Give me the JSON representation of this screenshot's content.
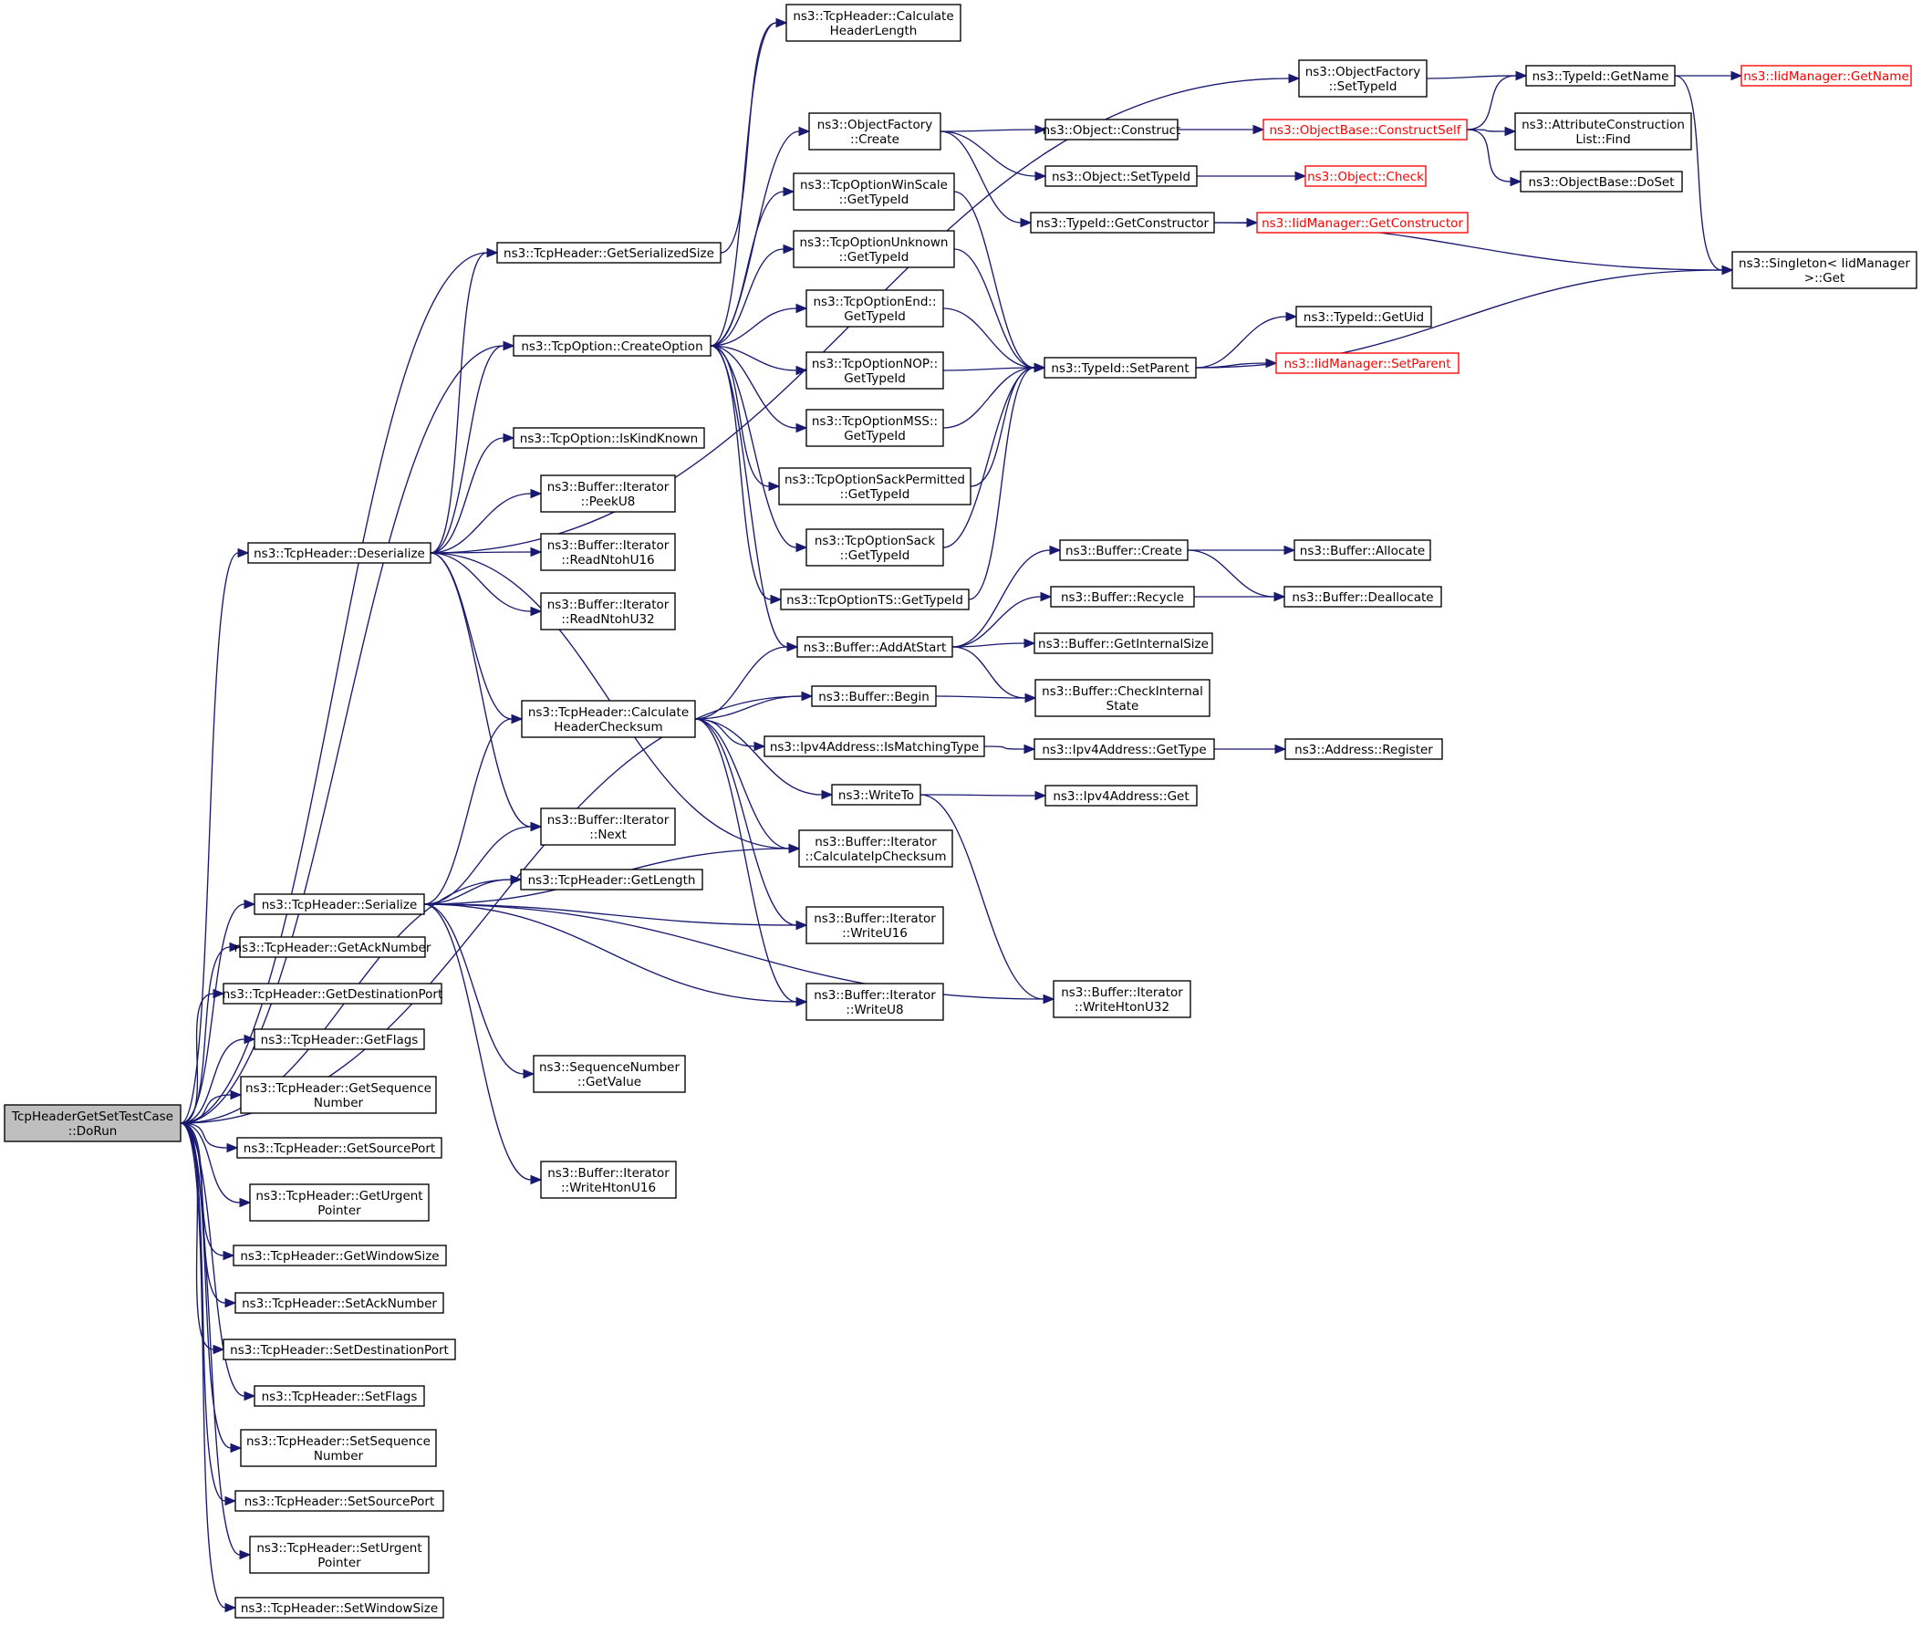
{
  "colors": {
    "edge": "#191970",
    "node_border": "#000000",
    "truncated_node_border": "#ff0000",
    "root_fill": "#bfbfbf",
    "node_fill": "#ffffff"
  },
  "nodes": [
    {
      "id": "root",
      "lines": [
        "TcpHeaderGetSetTestCase",
        "::DoRun"
      ],
      "style": "root"
    },
    {
      "id": "calc_hlen",
      "lines": [
        "ns3::TcpHeader::Calculate",
        "HeaderLength"
      ]
    },
    {
      "id": "of_settypeid",
      "lines": [
        "ns3::ObjectFactory",
        "::SetTypeId"
      ]
    },
    {
      "id": "typeid_getname",
      "lines": [
        "ns3::TypeId::GetName"
      ]
    },
    {
      "id": "iid_getname",
      "lines": [
        "ns3::IidManager::GetName"
      ],
      "style": "truncated"
    },
    {
      "id": "of_create",
      "lines": [
        "ns3::ObjectFactory",
        "::Create"
      ]
    },
    {
      "id": "obj_construct",
      "lines": [
        "ns3::Object::Construct"
      ]
    },
    {
      "id": "ob_constructself",
      "lines": [
        "ns3::ObjectBase::ConstructSelf"
      ],
      "style": "truncated"
    },
    {
      "id": "acl_find",
      "lines": [
        "ns3::AttributeConstruction",
        "List::Find"
      ]
    },
    {
      "id": "obj_settypeid",
      "lines": [
        "ns3::Object::SetTypeId"
      ]
    },
    {
      "id": "obj_check",
      "lines": [
        "ns3::Object::Check"
      ],
      "style": "truncated"
    },
    {
      "id": "ob_doset",
      "lines": [
        "ns3::ObjectBase::DoSet"
      ]
    },
    {
      "id": "winscale",
      "lines": [
        "ns3::TcpOptionWinScale",
        "::GetTypeId"
      ]
    },
    {
      "id": "typeid_getctor",
      "lines": [
        "ns3::TypeId::GetConstructor"
      ]
    },
    {
      "id": "iid_getctor",
      "lines": [
        "ns3::IidManager::GetConstructor"
      ],
      "style": "truncated"
    },
    {
      "id": "get_serialized",
      "lines": [
        "ns3::TcpHeader::GetSerializedSize"
      ]
    },
    {
      "id": "unknown",
      "lines": [
        "ns3::TcpOptionUnknown",
        "::GetTypeId"
      ]
    },
    {
      "id": "singleton_get",
      "lines": [
        "ns3::Singleton< IidManager",
        ">::Get"
      ]
    },
    {
      "id": "end",
      "lines": [
        "ns3::TcpOptionEnd::",
        "GetTypeId"
      ]
    },
    {
      "id": "typeid_getuid",
      "lines": [
        "ns3::TypeId::GetUid"
      ]
    },
    {
      "id": "createoption",
      "lines": [
        "ns3::TcpOption::CreateOption"
      ]
    },
    {
      "id": "nop",
      "lines": [
        "ns3::TcpOptionNOP::",
        "GetTypeId"
      ]
    },
    {
      "id": "typeid_setparent",
      "lines": [
        "ns3::TypeId::SetParent"
      ]
    },
    {
      "id": "iid_setparent",
      "lines": [
        "ns3::IidManager::SetParent"
      ],
      "style": "truncated"
    },
    {
      "id": "mss",
      "lines": [
        "ns3::TcpOptionMSS::",
        "GetTypeId"
      ]
    },
    {
      "id": "iskindknown",
      "lines": [
        "ns3::TcpOption::IsKindKnown"
      ]
    },
    {
      "id": "sackperm",
      "lines": [
        "ns3::TcpOptionSackPermitted",
        "::GetTypeId"
      ]
    },
    {
      "id": "peeku8",
      "lines": [
        "ns3::Buffer::Iterator",
        "::PeekU8"
      ]
    },
    {
      "id": "sack",
      "lines": [
        "ns3::TcpOptionSack",
        "::GetTypeId"
      ]
    },
    {
      "id": "buf_create",
      "lines": [
        "ns3::Buffer::Create"
      ]
    },
    {
      "id": "buf_allocate",
      "lines": [
        "ns3::Buffer::Allocate"
      ]
    },
    {
      "id": "deserialize",
      "lines": [
        "ns3::TcpHeader::Deserialize"
      ]
    },
    {
      "id": "readntohu16",
      "lines": [
        "ns3::Buffer::Iterator",
        "::ReadNtohU16"
      ]
    },
    {
      "id": "ts",
      "lines": [
        "ns3::TcpOptionTS::GetTypeId"
      ]
    },
    {
      "id": "buf_recycle",
      "lines": [
        "ns3::Buffer::Recycle"
      ]
    },
    {
      "id": "buf_dealloc",
      "lines": [
        "ns3::Buffer::Deallocate"
      ]
    },
    {
      "id": "readntohu32",
      "lines": [
        "ns3::Buffer::Iterator",
        "::ReadNtohU32"
      ]
    },
    {
      "id": "addatstart",
      "lines": [
        "ns3::Buffer::AddAtStart"
      ]
    },
    {
      "id": "getinternalsize",
      "lines": [
        "ns3::Buffer::GetInternalSize"
      ]
    },
    {
      "id": "calc_hcsum",
      "lines": [
        "ns3::TcpHeader::Calculate",
        "HeaderChecksum"
      ]
    },
    {
      "id": "buf_begin",
      "lines": [
        "ns3::Buffer::Begin"
      ]
    },
    {
      "id": "checkinternal",
      "lines": [
        "ns3::Buffer::CheckInternal",
        "State"
      ]
    },
    {
      "id": "ismatching",
      "lines": [
        "ns3::Ipv4Address::IsMatchingType"
      ]
    },
    {
      "id": "ipv4_gettype",
      "lines": [
        "ns3::Ipv4Address::GetType"
      ]
    },
    {
      "id": "addr_register",
      "lines": [
        "ns3::Address::Register"
      ]
    },
    {
      "id": "writeto",
      "lines": [
        "ns3::WriteTo"
      ]
    },
    {
      "id": "ipv4_get",
      "lines": [
        "ns3::Ipv4Address::Get"
      ]
    },
    {
      "id": "it_next",
      "lines": [
        "ns3::Buffer::Iterator",
        "::Next"
      ]
    },
    {
      "id": "calc_ipcsum",
      "lines": [
        "ns3::Buffer::Iterator",
        "::CalculateIpChecksum"
      ]
    },
    {
      "id": "getlength",
      "lines": [
        "ns3::TcpHeader::GetLength"
      ]
    },
    {
      "id": "serialize",
      "lines": [
        "ns3::TcpHeader::Serialize"
      ]
    },
    {
      "id": "writeu16",
      "lines": [
        "ns3::Buffer::Iterator",
        "::WriteU16"
      ]
    },
    {
      "id": "getacknumber",
      "lines": [
        "ns3::TcpHeader::GetAckNumber"
      ]
    },
    {
      "id": "writeu8",
      "lines": [
        "ns3::Buffer::Iterator",
        "::WriteU8"
      ]
    },
    {
      "id": "writehtonu32",
      "lines": [
        "ns3::Buffer::Iterator",
        "::WriteHtonU32"
      ]
    },
    {
      "id": "getdestport",
      "lines": [
        "ns3::TcpHeader::GetDestinationPort"
      ]
    },
    {
      "id": "getflags",
      "lines": [
        "ns3::TcpHeader::GetFlags"
      ]
    },
    {
      "id": "seq_getvalue",
      "lines": [
        "ns3::SequenceNumber",
        "::GetValue"
      ]
    },
    {
      "id": "getseqnum",
      "lines": [
        "ns3::TcpHeader::GetSequence",
        "Number"
      ]
    },
    {
      "id": "getsrcport",
      "lines": [
        "ns3::TcpHeader::GetSourcePort"
      ]
    },
    {
      "id": "writehtonu16",
      "lines": [
        "ns3::Buffer::Iterator",
        "::WriteHtonU16"
      ]
    },
    {
      "id": "geturgent",
      "lines": [
        "ns3::TcpHeader::GetUrgent",
        "Pointer"
      ]
    },
    {
      "id": "getwindow",
      "lines": [
        "ns3::TcpHeader::GetWindowSize"
      ]
    },
    {
      "id": "setacknumber",
      "lines": [
        "ns3::TcpHeader::SetAckNumber"
      ]
    },
    {
      "id": "setdestport",
      "lines": [
        "ns3::TcpHeader::SetDestinationPort"
      ]
    },
    {
      "id": "setflags",
      "lines": [
        "ns3::TcpHeader::SetFlags"
      ]
    },
    {
      "id": "setseqnum",
      "lines": [
        "ns3::TcpHeader::SetSequence",
        "Number"
      ]
    },
    {
      "id": "setsrcport",
      "lines": [
        "ns3::TcpHeader::SetSourcePort"
      ]
    },
    {
      "id": "seturgent",
      "lines": [
        "ns3::TcpHeader::SetUrgent",
        "Pointer"
      ]
    },
    {
      "id": "setwindow",
      "lines": [
        "ns3::TcpHeader::SetWindowSize"
      ]
    }
  ],
  "edges": [
    [
      "root",
      "get_serialized"
    ],
    [
      "root",
      "deserialize"
    ],
    [
      "root",
      "serialize"
    ],
    [
      "root",
      "createoption"
    ],
    [
      "root",
      "buf_begin"
    ],
    [
      "root",
      "getlength"
    ],
    [
      "root",
      "getacknumber"
    ],
    [
      "root",
      "getdestport"
    ],
    [
      "root",
      "getflags"
    ],
    [
      "root",
      "getseqnum"
    ],
    [
      "root",
      "getsrcport"
    ],
    [
      "root",
      "geturgent"
    ],
    [
      "root",
      "getwindow"
    ],
    [
      "root",
      "setacknumber"
    ],
    [
      "root",
      "setdestport"
    ],
    [
      "root",
      "setflags"
    ],
    [
      "root",
      "setseqnum"
    ],
    [
      "root",
      "setsrcport"
    ],
    [
      "root",
      "seturgent"
    ],
    [
      "root",
      "setwindow"
    ],
    [
      "get_serialized",
      "calc_hlen"
    ],
    [
      "deserialize",
      "get_serialized"
    ],
    [
      "deserialize",
      "createoption"
    ],
    [
      "deserialize",
      "iskindknown"
    ],
    [
      "deserialize",
      "peeku8"
    ],
    [
      "deserialize",
      "readntohu16"
    ],
    [
      "deserialize",
      "readntohu32"
    ],
    [
      "deserialize",
      "calc_hcsum"
    ],
    [
      "deserialize",
      "it_next"
    ],
    [
      "deserialize",
      "calc_ipcsum"
    ],
    [
      "deserialize",
      "of_settypeid"
    ],
    [
      "createoption",
      "calc_hlen"
    ],
    [
      "createoption",
      "of_create"
    ],
    [
      "createoption",
      "winscale"
    ],
    [
      "createoption",
      "unknown"
    ],
    [
      "createoption",
      "end"
    ],
    [
      "createoption",
      "nop"
    ],
    [
      "createoption",
      "mss"
    ],
    [
      "createoption",
      "sackperm"
    ],
    [
      "createoption",
      "sack"
    ],
    [
      "createoption",
      "ts"
    ],
    [
      "createoption",
      "addatstart"
    ],
    [
      "of_settypeid",
      "typeid_getname"
    ],
    [
      "typeid_getname",
      "iid_getname"
    ],
    [
      "typeid_getname",
      "singleton_get"
    ],
    [
      "of_create",
      "obj_construct"
    ],
    [
      "of_create",
      "obj_settypeid"
    ],
    [
      "of_create",
      "typeid_getctor"
    ],
    [
      "obj_construct",
      "ob_constructself"
    ],
    [
      "ob_constructself",
      "typeid_getname"
    ],
    [
      "ob_constructself",
      "acl_find"
    ],
    [
      "ob_constructself",
      "ob_doset"
    ],
    [
      "obj_settypeid",
      "obj_check"
    ],
    [
      "typeid_getctor",
      "iid_getctor"
    ],
    [
      "typeid_getctor",
      "singleton_get"
    ],
    [
      "winscale",
      "typeid_setparent"
    ],
    [
      "unknown",
      "typeid_setparent"
    ],
    [
      "end",
      "typeid_setparent"
    ],
    [
      "nop",
      "typeid_setparent"
    ],
    [
      "mss",
      "typeid_setparent"
    ],
    [
      "sackperm",
      "typeid_setparent"
    ],
    [
      "sack",
      "typeid_setparent"
    ],
    [
      "ts",
      "typeid_setparent"
    ],
    [
      "typeid_setparent",
      "typeid_getuid"
    ],
    [
      "typeid_setparent",
      "iid_setparent"
    ],
    [
      "typeid_setparent",
      "singleton_get"
    ],
    [
      "addatstart",
      "buf_create"
    ],
    [
      "addatstart",
      "buf_recycle"
    ],
    [
      "addatstart",
      "getinternalsize"
    ],
    [
      "addatstart",
      "checkinternal"
    ],
    [
      "buf_create",
      "buf_allocate"
    ],
    [
      "buf_create",
      "buf_dealloc"
    ],
    [
      "buf_recycle",
      "buf_dealloc"
    ],
    [
      "calc_hcsum",
      "addatstart"
    ],
    [
      "calc_hcsum",
      "buf_begin"
    ],
    [
      "calc_hcsum",
      "ismatching"
    ],
    [
      "calc_hcsum",
      "writeto"
    ],
    [
      "calc_hcsum",
      "calc_ipcsum"
    ],
    [
      "calc_hcsum",
      "writeu16"
    ],
    [
      "calc_hcsum",
      "writeu8"
    ],
    [
      "buf_begin",
      "checkinternal"
    ],
    [
      "ismatching",
      "ipv4_gettype"
    ],
    [
      "ipv4_gettype",
      "addr_register"
    ],
    [
      "writeto",
      "ipv4_get"
    ],
    [
      "writeto",
      "writehtonu32"
    ],
    [
      "serialize",
      "calc_hcsum"
    ],
    [
      "serialize",
      "it_next"
    ],
    [
      "serialize",
      "getlength"
    ],
    [
      "serialize",
      "calc_ipcsum"
    ],
    [
      "serialize",
      "writeu16"
    ],
    [
      "serialize",
      "writeu8"
    ],
    [
      "serialize",
      "seq_getvalue"
    ],
    [
      "serialize",
      "writehtonu32"
    ],
    [
      "serialize",
      "writehtonu16"
    ]
  ]
}
